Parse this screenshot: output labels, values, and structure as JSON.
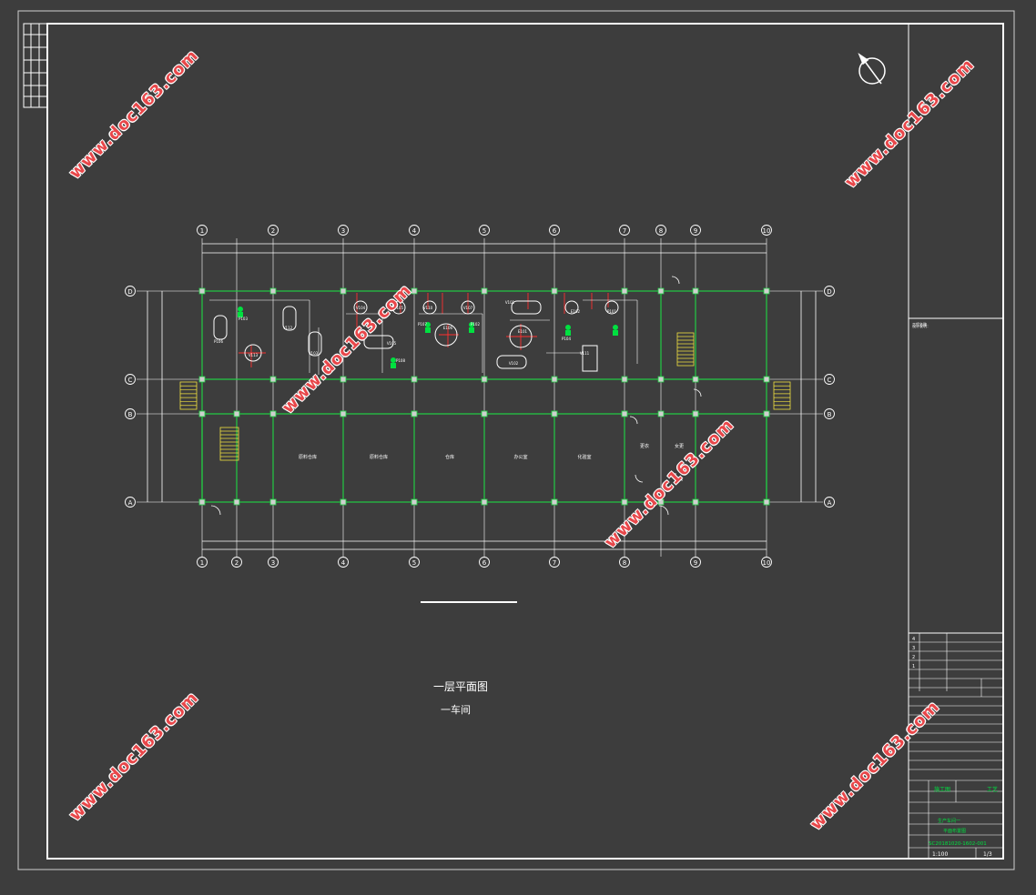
{
  "drawing": {
    "title_main": "一层平面图",
    "title_sub": "一车间",
    "north_symbol": "north-arrow"
  },
  "grid": {
    "columns": [
      "1",
      "2",
      "3",
      "4",
      "5",
      "6",
      "7",
      "8",
      "9",
      "10"
    ],
    "top_columns": [
      "1",
      "2",
      "3",
      "4",
      "5",
      "6",
      "7",
      "8",
      "9",
      "10"
    ],
    "rows": [
      "D",
      "C",
      "B",
      "A"
    ]
  },
  "rooms": [
    "原料仓库",
    "原料仓库",
    "仓库",
    "办公室",
    "化验室",
    "更衣",
    "女更"
  ],
  "equipment": [
    "P106",
    "V112",
    "P103",
    "V113",
    "E106",
    "V103",
    "V105",
    "P107",
    "V110",
    "P108",
    "V104",
    "P102",
    "V107",
    "P105",
    "E101",
    "P104",
    "V102",
    "V101",
    "E102",
    "P101",
    "V111"
  ],
  "title_block": {
    "project_label": "工程名称",
    "revisions": [
      "4",
      "3",
      "2",
      "1"
    ],
    "stage_left": "施工图",
    "stage_right": "工艺",
    "drawing_name_1": "生产车间一",
    "drawing_name_2": "平面布置图",
    "drawing_number": "SC20181020-1602-001",
    "scale": "1:100",
    "sheet": "1/3"
  },
  "watermark": "www.doc163.com",
  "colors": {
    "background": "#3d3d3d",
    "frame": "#ffffff",
    "grid": "#22cc44",
    "walls": "#ffffff",
    "pipe": "#ff3030",
    "stairs": "#f0e040",
    "accent": "#00e040",
    "watermark": "#e8474a"
  }
}
